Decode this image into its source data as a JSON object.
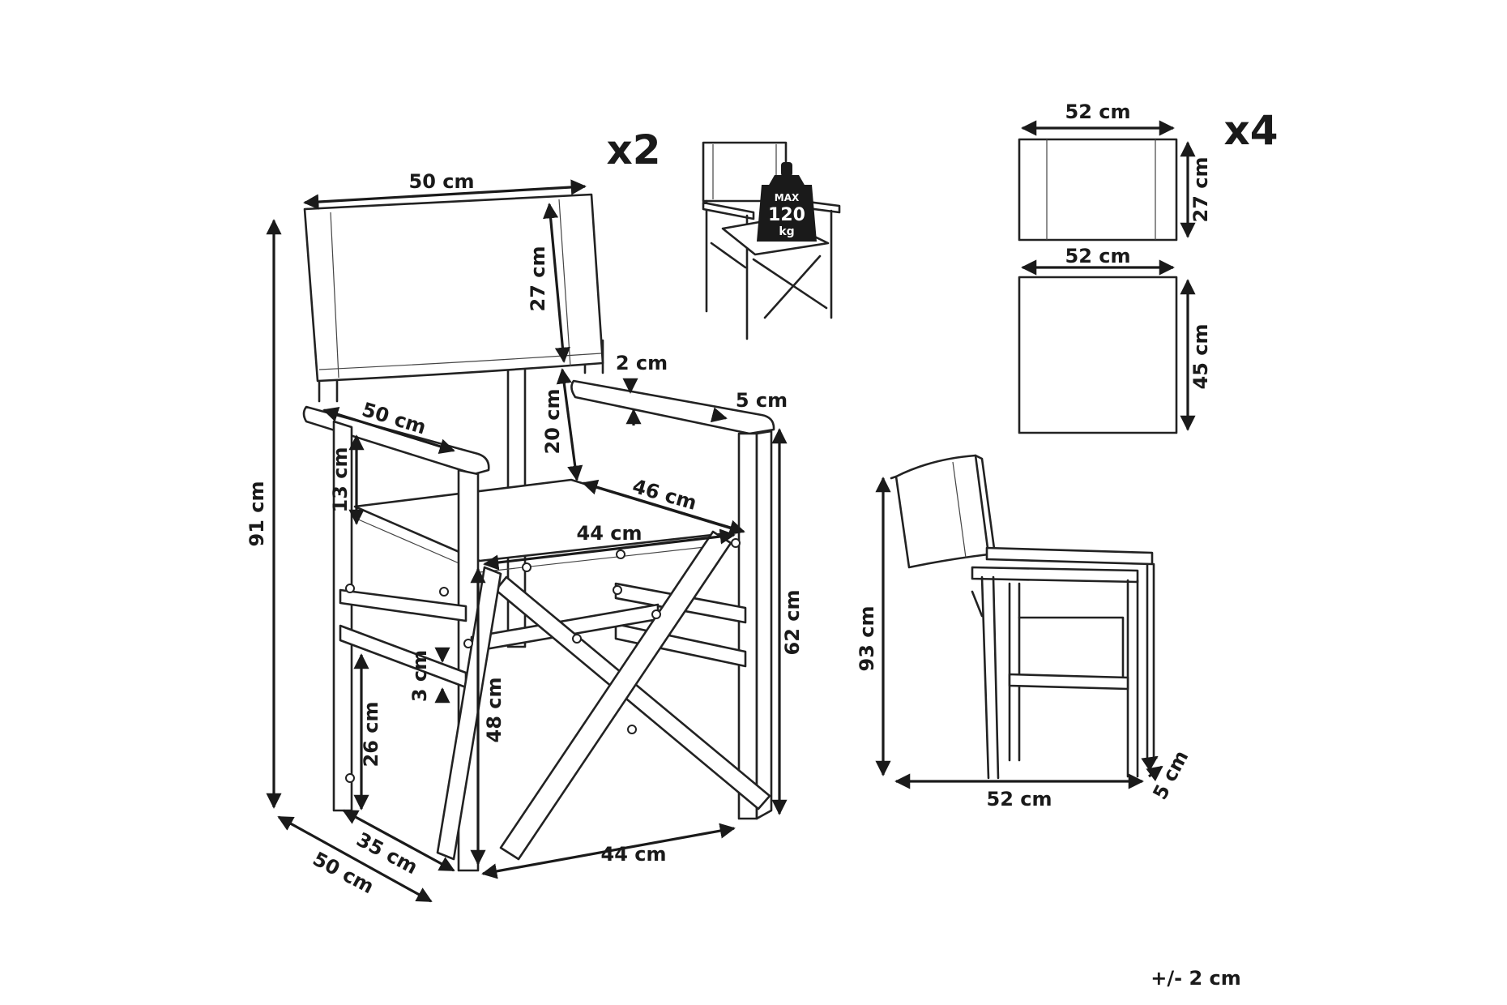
{
  "multipliers": {
    "chairs": "x2",
    "fabrics": "x4"
  },
  "weight_badge": {
    "line1": "MAX",
    "line2": "120",
    "line3": "kg"
  },
  "front_view": {
    "overall_height": "91 cm",
    "backrest_width": "50 cm",
    "backrest_height": "27 cm",
    "backrest_to_seat": "20 cm",
    "post_width": "2 cm",
    "armrest_length": "50 cm",
    "armrest_thickness": "5 cm",
    "armrest_above_seat": "13 cm",
    "seat_depth": "46 cm",
    "seat_width_top": "44 cm",
    "armrest_height": "62 cm",
    "seat_height": "48 cm",
    "crossbar": "3 cm",
    "lower_bar_height": "26 cm",
    "base_depth_inner": "35 cm",
    "base_depth_outer": "50 cm",
    "base_width": "44 cm"
  },
  "fabric_pieces": {
    "back_width": "52 cm",
    "back_height": "27 cm",
    "seat_width": "52 cm",
    "seat_height": "45 cm"
  },
  "folded_view": {
    "height": "93 cm",
    "depth": "52 cm",
    "thickness": "5 cm"
  },
  "tolerance": "+/- 2 cm"
}
